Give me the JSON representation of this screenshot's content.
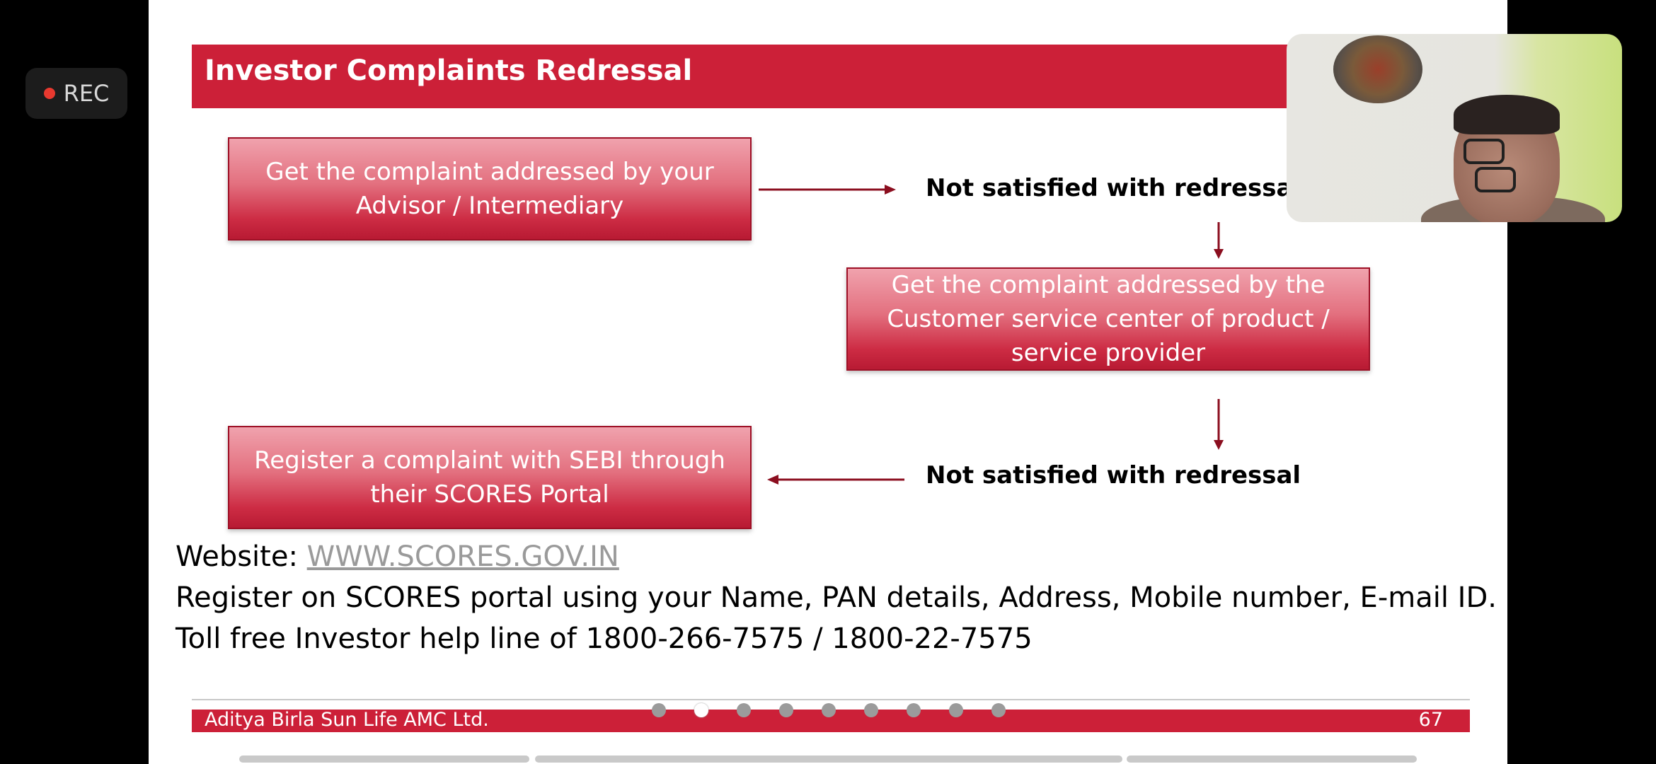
{
  "recording": {
    "label": "REC"
  },
  "slide": {
    "title": "Investor Complaints Redressal",
    "flow": {
      "step1": "Get the complaint addressed by your Advisor / Intermediary",
      "not_satisfied_1": "Not satisfied with redressal",
      "step2": "Get the complaint addressed by the Customer service center of product / service provider",
      "not_satisfied_2": "Not satisfied with redressal",
      "step3": "Register a complaint with SEBI through their SCORES Portal"
    },
    "website_label": "Website: ",
    "website_url": "WWW.SCORES.GOV.IN",
    "register_text": "Register on SCORES portal using your Name, PAN details, Address, Mobile number, E-mail ID.",
    "tollfree_text": "Toll free Investor help line of 1800-266-7575 / 1800-22-7575",
    "footer": {
      "company": "Aditya Birla Sun Life AMC Ltd.",
      "page_number": "67"
    }
  },
  "pager": {
    "total": 9,
    "active_index": 1
  },
  "colors": {
    "brand_red": "#cc2038",
    "arrow": "#8b0e1f",
    "rec_dot": "#e8392f",
    "link": "#9a9a9a"
  },
  "icons": {
    "rec": "record-dot-icon"
  }
}
